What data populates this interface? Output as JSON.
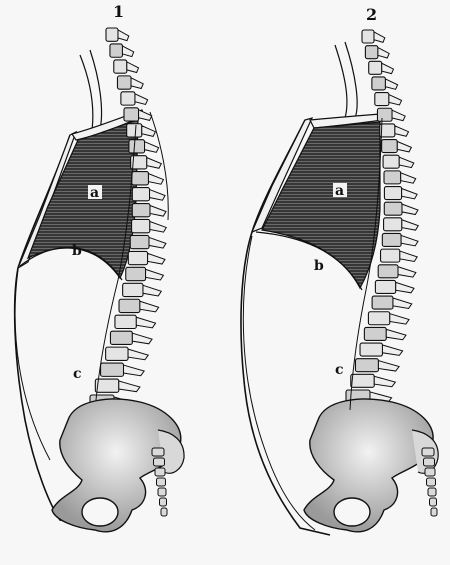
{
  "figure": {
    "left": {
      "number": "1",
      "labels": {
        "a": "a",
        "b": "b",
        "c": "c"
      }
    },
    "right": {
      "number": "2",
      "labels": {
        "a": "a",
        "b": "b",
        "c": "c"
      }
    }
  },
  "style": {
    "ink": "#111111",
    "paper": "#f7f7f7",
    "hatch": "#3a3a3a",
    "bone": "#e8e8e8"
  }
}
